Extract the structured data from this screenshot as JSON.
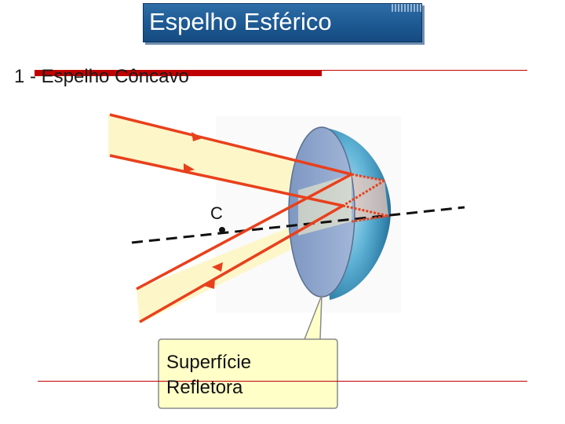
{
  "slide": {
    "title": "Espelho Esférico",
    "subtitle": "1 - Espelho Côncavo",
    "center_label": "C",
    "callout_line1": "Superfície",
    "callout_line2": "Refletora"
  },
  "colors": {
    "title_bg": "#1e5a94",
    "accent_red": "#c00000",
    "ray": "#e8401c",
    "beam_fill": "#fdf6c9",
    "mirror_face": "#8da4cc",
    "mirror_body": "#4a9cc4"
  }
}
